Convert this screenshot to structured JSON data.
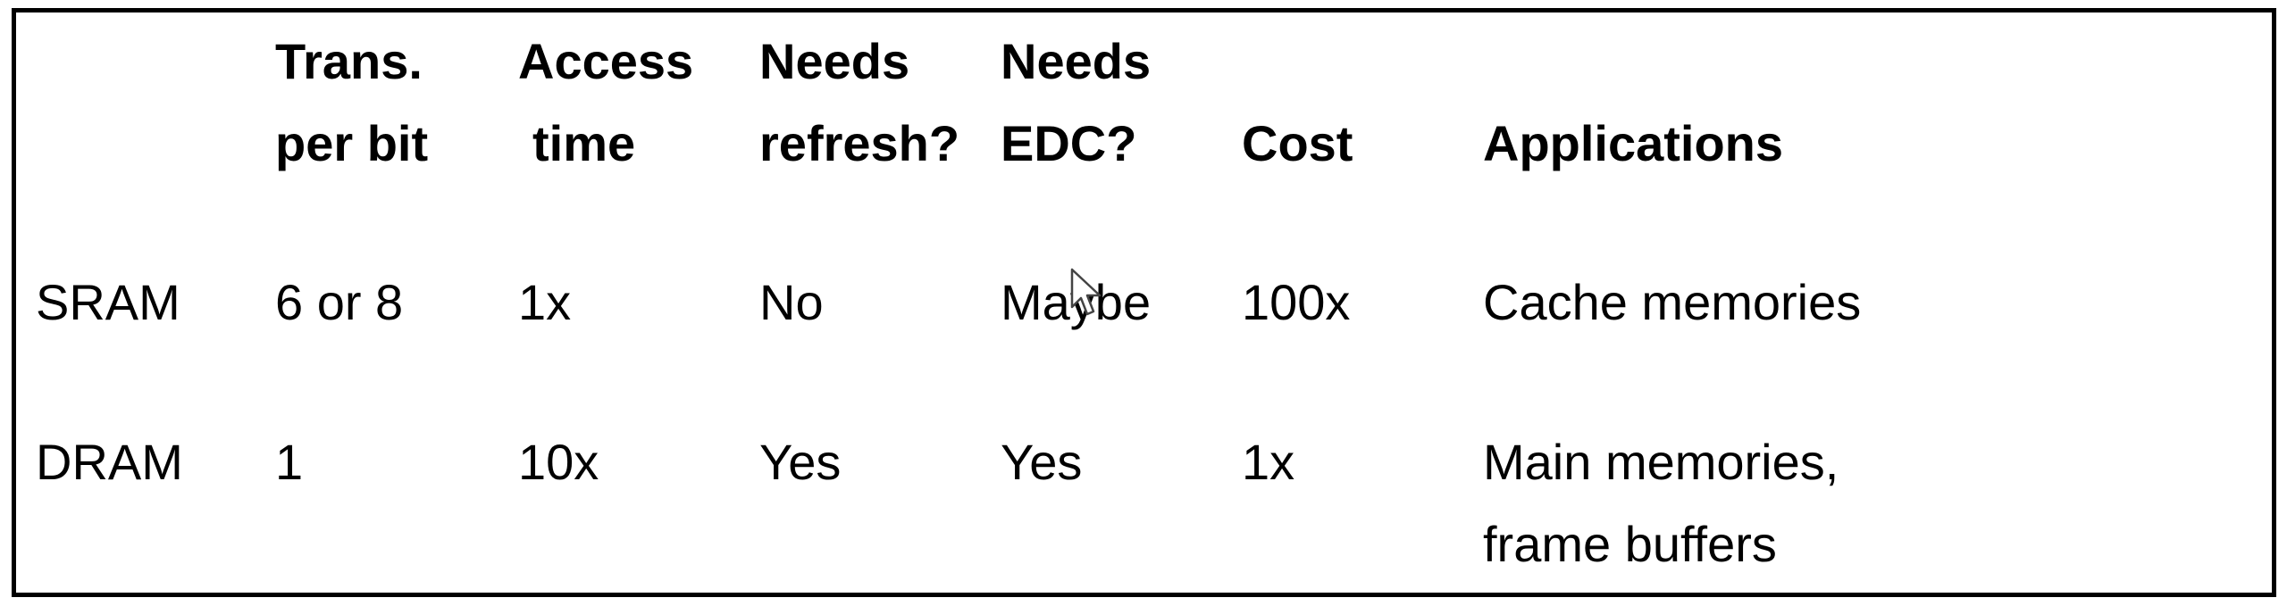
{
  "table": {
    "headers": [
      {
        "line1": "",
        "line2": ""
      },
      {
        "line1": "Trans.",
        "line2": "per bit"
      },
      {
        "line1": "Access",
        "line2": "time"
      },
      {
        "line1": "Needs",
        "line2": "refresh?"
      },
      {
        "line1": "Needs",
        "line2": "EDC?"
      },
      {
        "line1": "",
        "line2": "Cost"
      },
      {
        "line1": "",
        "line2": "Applications"
      }
    ],
    "rows": [
      {
        "name": "SRAM",
        "trans_per_bit": "6 or 8",
        "access_time": "1x",
        "needs_refresh": "No",
        "needs_edc": "Maybe",
        "cost": "100x",
        "applications": [
          "Cache memories"
        ]
      },
      {
        "name": "DRAM",
        "trans_per_bit": "1",
        "access_time": "10x",
        "needs_refresh": "Yes",
        "needs_edc": "Yes",
        "cost": "1x",
        "applications": [
          "Main memories,",
          "frame buffers"
        ]
      }
    ]
  }
}
